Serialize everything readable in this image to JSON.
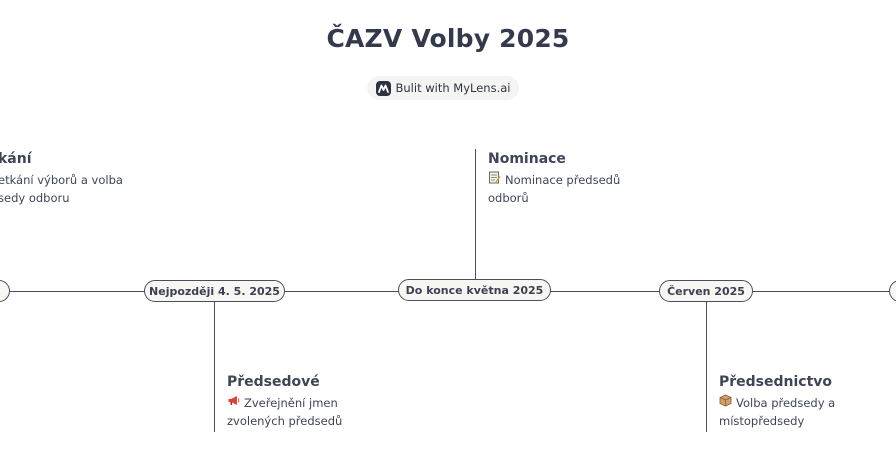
{
  "title": "ČAZV Volby 2025",
  "badge": {
    "text": "Bulit with MyLens.ai",
    "icon": "mylens-logo-icon"
  },
  "timeline": {
    "milestones": [
      {
        "label": ""
      },
      {
        "label": "Nejpozději 4. 5. 2025"
      },
      {
        "label": "Do konce května 2025"
      },
      {
        "label": "Červen 2025"
      },
      {
        "label": ""
      }
    ],
    "events": [
      {
        "title": "kání",
        "line1": "etkání výborů a volba",
        "line2": "sedy odboru"
      },
      {
        "title": "Předsedové",
        "icon": "megaphone-icon",
        "line1": "Zveřejnění jmen",
        "line2": "zvolených předsedů"
      },
      {
        "title": "Nominace",
        "icon": "memo-icon",
        "line1": "Nominace předsedů",
        "line2": "odborů"
      },
      {
        "title": "Předsednictvo",
        "icon": "package-icon",
        "line1": "Volba předsedy a",
        "line2": "místopředsedy"
      }
    ]
  }
}
